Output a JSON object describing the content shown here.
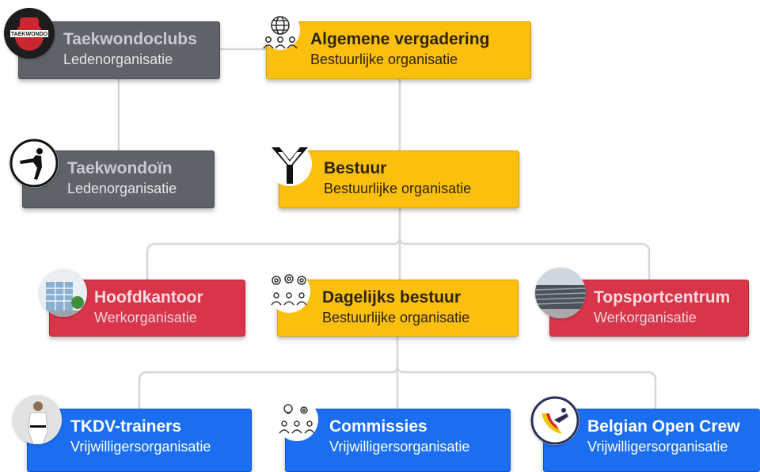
{
  "nodes": {
    "taekwondoclubs": {
      "title": "Taekwondoclubs",
      "subtitle": "Ledenorganisatie",
      "icon": "taekwondo-club-logo-icon"
    },
    "algemene_vergadering": {
      "title": "Algemene vergadering",
      "subtitle": "Bestuurlijke organisatie",
      "icon": "globe-people-icon"
    },
    "taekwondoin": {
      "title": "Taekwondoïn",
      "subtitle": "Ledenorganisatie",
      "icon": "kicking-figure-icon"
    },
    "bestuur": {
      "title": "Bestuur",
      "subtitle": "Bestuurlijke organisatie",
      "icon": "y-logo-icon"
    },
    "hoofdkantoor": {
      "title": "Hoofdkantoor",
      "subtitle": "Werkorganisatie",
      "icon": "office-building-icon"
    },
    "dagelijks_bestuur": {
      "title": "Dagelijks bestuur",
      "subtitle": "Bestuurlijke organisatie",
      "icon": "gears-people-icon"
    },
    "topsportcentrum": {
      "title": "Topsportcentrum",
      "subtitle": "Werkorganisatie",
      "icon": "sports-center-photo-icon"
    },
    "tkdv_trainers": {
      "title": "TKDV-trainers",
      "subtitle": "Vrijwilligersorganisatie",
      "icon": "trainer-photo-icon"
    },
    "commissies": {
      "title": "Commissies",
      "subtitle": "Vrijwilligersorganisatie",
      "icon": "bulbs-people-icon"
    },
    "belgian_open_crew": {
      "title": "Belgian Open Crew",
      "subtitle": "Vrijwilligersorganisatie",
      "icon": "belgian-open-logo-icon"
    }
  },
  "colors": {
    "gray": "#5f6269",
    "yellow": "#fbbf0e",
    "red": "#d8344a",
    "blue": "#1b6ef0",
    "connector": "#d6d6d6"
  }
}
